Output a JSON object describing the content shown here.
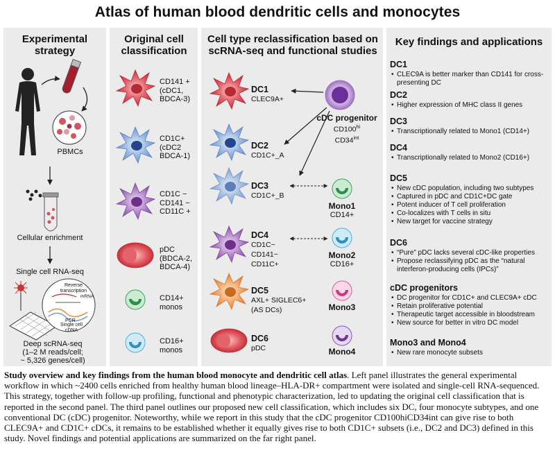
{
  "title": "Atlas of human blood dendritic cells and monocytes",
  "panels": {
    "exp": {
      "heading": "Experimental strategy",
      "pbmc": "PBMCs",
      "enrich": "Cellular enrichment",
      "scrna": "Single cell RNA-seq",
      "reverse": "Reverse transcription",
      "mrna": "mRNA",
      "pcr": "PCR",
      "single_cdna": "Single cell cDNA",
      "deep_line1": "Deep scRNA-seq",
      "deep_line2": "(1–2 M reads/cell;",
      "deep_line3": "~ 5,326 genes/cell)"
    },
    "orig": {
      "heading": "Original cell classification",
      "cells": [
        {
          "l1": "CD141 +",
          "l2": "(cDC1,",
          "l3": "BDCA-3)",
          "color": "#d9414a"
        },
        {
          "l1": "CD1C+",
          "l2": "(cDC2",
          "l3": "BDCA-1)",
          "color": "#6f98cf"
        },
        {
          "l1": "CD1C −",
          "l2": "CD141 −",
          "l3": "CD11C +",
          "color": "#9f66b9"
        },
        {
          "l1": "pDC",
          "l2": "(BDCA-2,",
          "l3": "BDCA-4)",
          "color": "#d9414a"
        },
        {
          "l1": "CD14+",
          "l2": "monos",
          "l3": "",
          "color": "#3aa65a"
        },
        {
          "l1": "CD16+",
          "l2": "monos",
          "l3": "",
          "color": "#4aafe0"
        }
      ]
    },
    "reclass": {
      "heading": "Cell type reclassification based on scRNA-seq and functional studies",
      "progenitor": "cDC progenitor",
      "prog_m1": "CD100",
      "prog_s1": "hi",
      "prog_m2": "CD34",
      "prog_s2": "int",
      "dcs": [
        {
          "name": "DC1",
          "markers": [
            "CLEC9A+"
          ]
        },
        {
          "name": "DC2",
          "markers": [
            "CD1C+_A"
          ]
        },
        {
          "name": "DC3",
          "markers": [
            "CD1C+_B"
          ]
        },
        {
          "name": "DC4",
          "markers": [
            "CD1C−",
            "CD141−",
            "CD11C+"
          ]
        },
        {
          "name": "DC5",
          "markers": [
            "AXL+ SIGLEC6+",
            "(AS DCs)"
          ]
        },
        {
          "name": "DC6",
          "markers": [
            "pDC"
          ]
        }
      ],
      "monos": [
        {
          "name": "Mono1",
          "marker": "CD14+",
          "color": "#3aa65a"
        },
        {
          "name": "Mono2",
          "marker": "CD16+",
          "color": "#4aafe0"
        },
        {
          "name": "Mono3",
          "marker": "",
          "color": "#e2589a"
        },
        {
          "name": "Mono4",
          "marker": "",
          "color": "#8a55b3"
        }
      ]
    },
    "findings": {
      "heading": "Key findings and applications",
      "groups": [
        {
          "h": "DC1",
          "items": [
            "CLEC9A is better marker than CD141 for cross-presenting DC"
          ]
        },
        {
          "h": "DC2",
          "items": [
            "Higher expression of MHC class II genes"
          ]
        },
        {
          "h": "DC3",
          "items": [
            "Transcriptionally related to Mono1 (CD14+)"
          ]
        },
        {
          "h": "DC4",
          "items": [
            "Transcriptionally related to Mono2 (CD16+)"
          ]
        },
        {
          "h": "DC5",
          "items": [
            "New cDC population, including two subtypes",
            "Captured in pDC and CD1C+DC gate",
            "Potent inducer of T cell proliferation",
            "Co-localizes with T cells in situ",
            "New target for vaccine strategy"
          ]
        },
        {
          "h": "DC6",
          "items": [
            "“Pure” pDC lacks several cDC-like properties",
            "Propose reclassifying pDC as the “natural interferon-producing cells (IPCs)”"
          ]
        },
        {
          "h": "cDC progenitors",
          "items": [
            "DC progenitor for CD1C+ and CLEC9A+ cDC",
            "Retain proliferative potential",
            "Therapeutic target accessible in bloodstream",
            "New source for better in vitro DC model"
          ]
        },
        {
          "h": "Mono3 and Mono4",
          "items": [
            "New rare monocyte subsets"
          ]
        }
      ]
    }
  },
  "caption": {
    "bold": "Study overview and key findings from the human blood monocyte and dendritic cell atlas",
    "rest": ". Left panel illustrates the general experimental workflow in which ~2400 cells enriched from healthy human blood lineage–HLA-DR+ compartment were isolated and single-cell RNA-sequenced. This strategy, together with follow-up profiling, functional and phenotypic characterization, led to updating the original cell classification that is reported in the second panel. The third panel outlines our proposed new cell classification, which includes six DC, four monocyte subtypes, and one conventional DC (cDC) progenitor. Noteworthy, while we report in this study that the cDC progenitor CD100hiCD34int can give rise to both CLEC9A+ and CD1C+ cDCs, it remains to be established whether it equally gives rise to both CD1C+ subsets (i.e., DC2 and DC3) defined in this study. Novel findings and potential applications are summarized on the far right panel."
  }
}
